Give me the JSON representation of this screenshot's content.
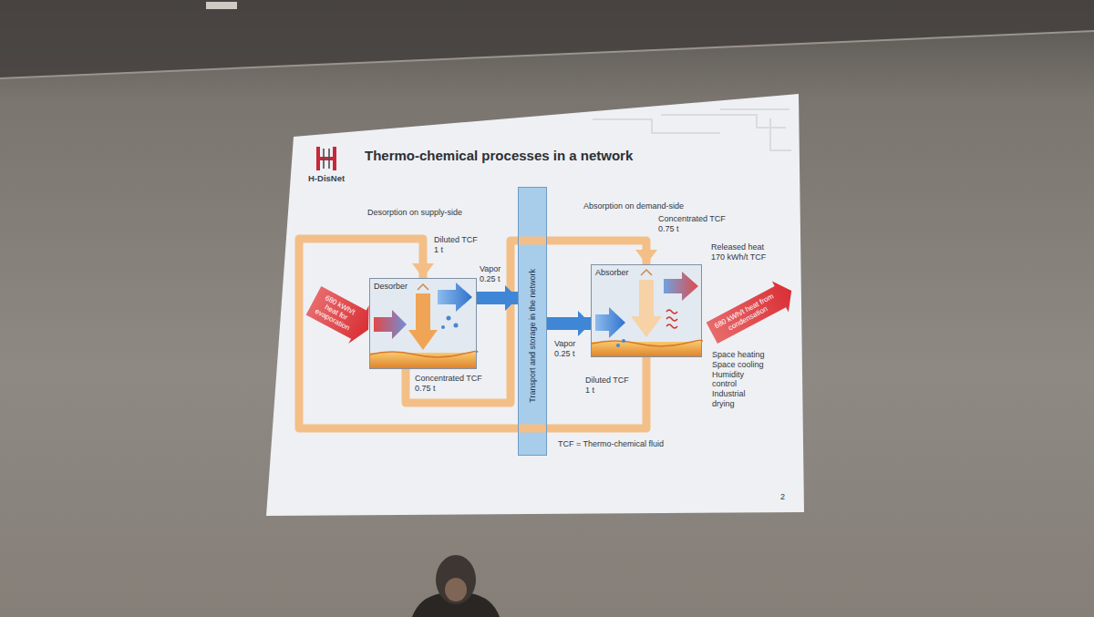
{
  "diagram": {
    "title": "Thermo-chemical processes in a network",
    "nodes": [
      {
        "text": [
          "680 kWh/t heat for evaporation"
        ]
      },
      {
        "text": [
          "Desorber"
        ]
      },
      {
        "text": [
          "Transport and storage in the network"
        ]
      },
      {
        "text": [
          "Absorber"
        ]
      },
      {
        "text": [
          "680 kWh/t heat from condensation"
        ]
      }
    ],
    "edges": [
      {
        "from": 1,
        "to": 3,
        "arrow": "to"
      },
      {
        "from": 3,
        "to": 1,
        "arrow": "to"
      },
      {
        "from": 1,
        "to": 2,
        "arrow": "to"
      },
      {
        "from": 2,
        "to": 3,
        "arrow": "to"
      }
    ],
    "labels": [
      "H-DisNet",
      "Desorption on supply-side",
      "Diluted TCF 1 t",
      "Vapor 0.25 t",
      "Concentrated TCF 0.75 t",
      "Absorption on demand-side",
      "Concentrated TCF 0.75 t",
      "Released heat 170 kWh/t TCF",
      "Vapor 0.25 t",
      "Space heating Space cooling Humidity control Industrial drying",
      "Diluted TCF 1 t",
      "TCF = Thermo-chemical fluid",
      "2"
    ]
  }
}
